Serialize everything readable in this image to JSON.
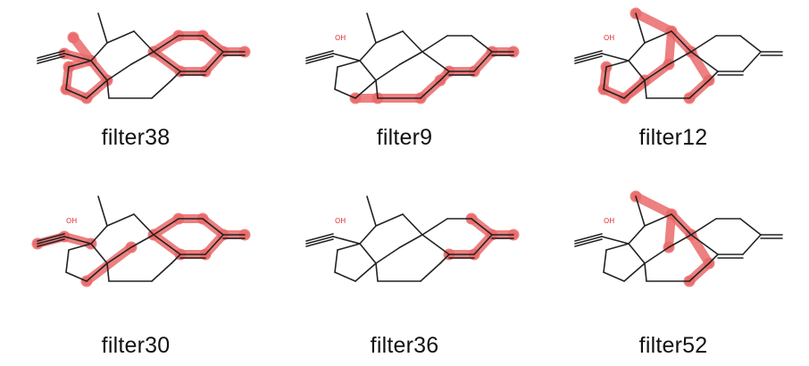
{
  "figure": {
    "highlight_color": "#ea6a6a",
    "bond_color": "#222222",
    "panels": [
      {
        "label": "filter38",
        "show_oh": false,
        "hl_bonds": [
          [
            0,
            1
          ],
          [
            1,
            2
          ],
          [
            2,
            3
          ],
          [
            3,
            4
          ],
          [
            4,
            0
          ],
          [
            0,
            20
          ],
          [
            0,
            18
          ],
          [
            12,
            13
          ],
          [
            13,
            14
          ],
          [
            14,
            15
          ],
          [
            15,
            16
          ],
          [
            16,
            17
          ],
          [
            17,
            12
          ],
          [
            15,
            21
          ]
        ],
        "hl_atoms": [
          0,
          1,
          2,
          3,
          4,
          20,
          18,
          12,
          13,
          14,
          15,
          16,
          17,
          21
        ]
      },
      {
        "label": "filter9",
        "show_oh": true,
        "hl_bonds": [
          [
            3,
            9
          ],
          [
            9,
            10
          ],
          [
            10,
            11
          ],
          [
            11,
            17
          ],
          [
            17,
            16
          ],
          [
            16,
            15
          ],
          [
            15,
            21
          ]
        ],
        "hl_atoms": [
          3,
          9,
          10,
          11,
          17,
          16,
          15,
          21
        ]
      },
      {
        "label": "filter12",
        "show_oh": true,
        "hl_bonds": [
          [
            4,
            3
          ],
          [
            3,
            2
          ],
          [
            2,
            1
          ],
          [
            3,
            8
          ],
          [
            8,
            7
          ],
          [
            7,
            6
          ],
          [
            7,
            12
          ],
          [
            12,
            11
          ],
          [
            11,
            10
          ]
        ],
        "hl_atoms": [
          4,
          3,
          2,
          1,
          8,
          7,
          6,
          12,
          11,
          10
        ]
      },
      {
        "label": "filter30",
        "show_oh": true,
        "hl_bonds": [
          [
            0,
            18
          ],
          [
            18,
            19
          ],
          [
            8,
            3
          ],
          [
            12,
            13
          ],
          [
            13,
            14
          ],
          [
            14,
            15
          ],
          [
            15,
            16
          ],
          [
            16,
            17
          ],
          [
            17,
            12
          ],
          [
            15,
            21
          ]
        ],
        "hl_atoms": [
          0,
          18,
          19,
          3,
          8,
          12,
          13,
          14,
          15,
          16,
          17,
          21
        ]
      },
      {
        "label": "filter36",
        "show_oh": true,
        "hl_bonds": [
          [
            14,
            15
          ],
          [
            15,
            16
          ],
          [
            16,
            17
          ],
          [
            15,
            21
          ]
        ],
        "hl_atoms": [
          14,
          15,
          16,
          17,
          21
        ]
      },
      {
        "label": "filter52",
        "show_oh": true,
        "hl_bonds": [
          [
            6,
            7
          ],
          [
            7,
            12
          ],
          [
            12,
            11
          ],
          [
            11,
            10
          ],
          [
            7,
            8
          ]
        ],
        "hl_atoms": [
          6,
          7,
          12,
          11,
          10,
          8
        ]
      }
    ]
  },
  "labels": {
    "oh": "OH"
  }
}
